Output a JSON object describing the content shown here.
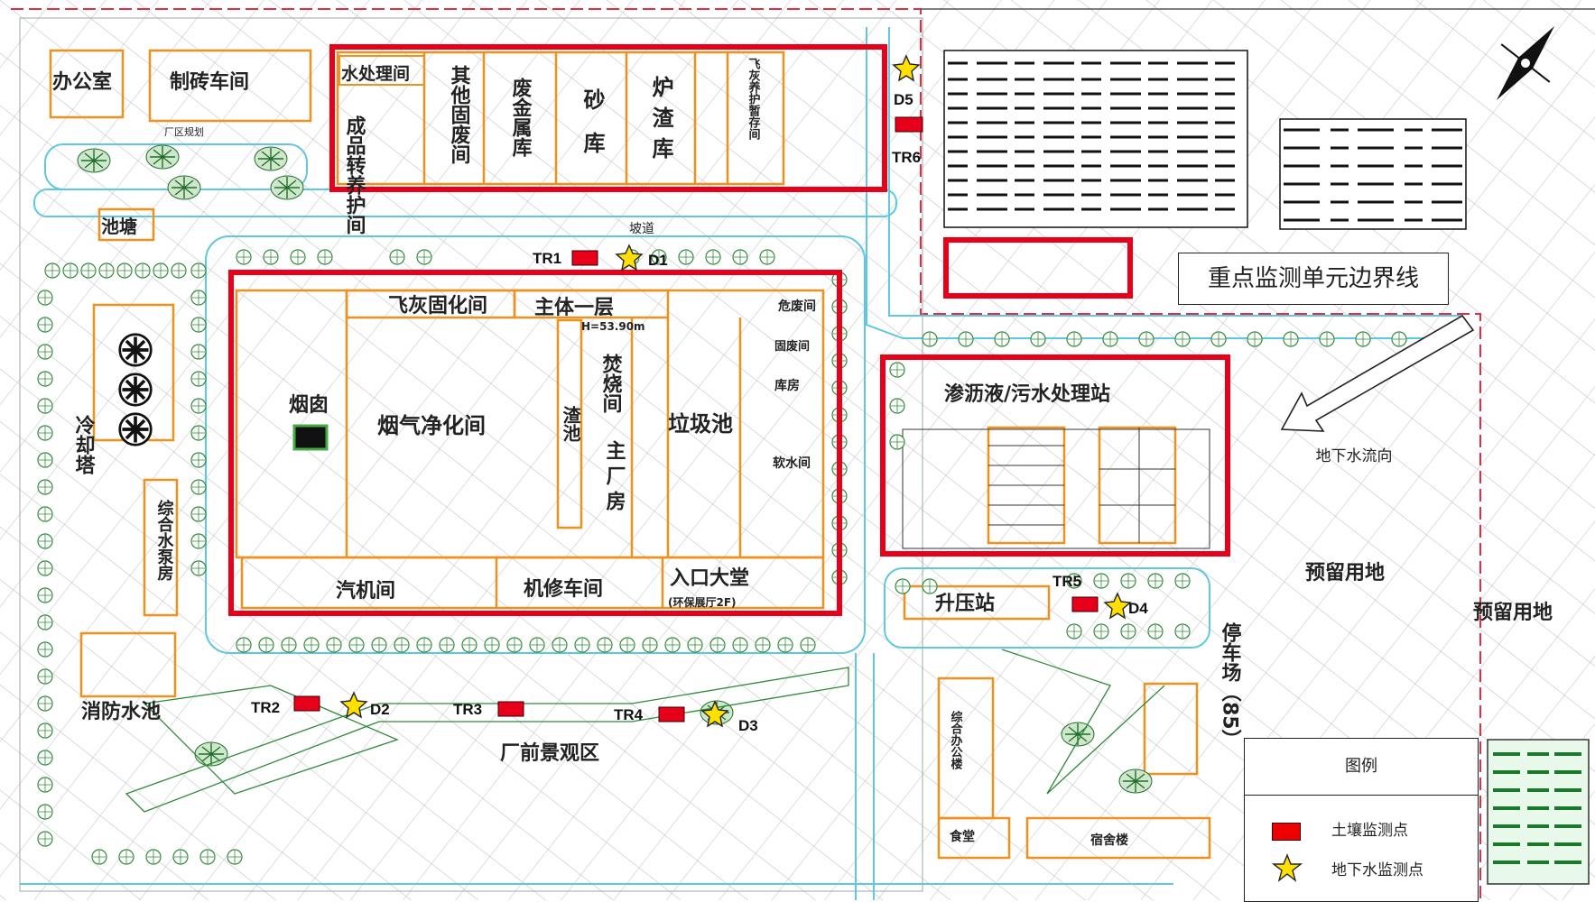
{
  "buildings": {
    "office": "办公室",
    "brick_workshop": "制砖车间",
    "water_treatment": "水处理间",
    "curing_room": "成品转养护间",
    "other_solid_waste": "其他固废间",
    "scrap_metal": "废金属库",
    "sand_store": "砂库",
    "slag_store": "炉渣库",
    "fly_ash_store": "飞灰养护暂存间",
    "pond": "池塘",
    "ramp": "坡道",
    "chimney": "烟囱",
    "flue_gas": "烟气净化间",
    "fly_ash_solidify": "飞灰固化间",
    "main_floor": "主体一层",
    "main_height": "H=53.90m",
    "incinerator": "焚烧间",
    "slag_pool": "渣池",
    "main_plant": "主厂房",
    "garbage_pit": "垃圾池",
    "hazard_room": "危废间",
    "solid_room": "固废间",
    "storeroom": "库房",
    "soft_water": "软水间",
    "turbine": "汽机间",
    "repair": "机修车间",
    "entrance_hall": "入口大堂",
    "entrance_hall_sub": "(环保展厅2F)",
    "cooling_tower": "冷却塔",
    "pump_room": "综合水泵房",
    "fire_pool": "消防水池",
    "landscape": "厂前景观区",
    "leachate": "渗沥液/污水处理站",
    "booster": "升压站",
    "parking": "停车场（85）",
    "reserve1": "预留用地",
    "reserve2": "预留用地",
    "office2": "综合办公楼",
    "canteen": "食堂",
    "dorm": "宿舍楼",
    "factory_boundary": "厂区规划"
  },
  "points": {
    "TR1": "TR1",
    "TR2": "TR2",
    "TR3": "TR3",
    "TR4": "TR4",
    "TR5": "TR5",
    "TR6": "TR6",
    "D1": "D1",
    "D2": "D2",
    "D3": "D3",
    "D4": "D4",
    "D5": "D5"
  },
  "annotations": {
    "boundary_label": "重点监测单元边界线",
    "groundwater_flow": "地下水流向"
  },
  "legend": {
    "title": "图例",
    "soil": "土壤监测点",
    "groundwater": "地下水监测点"
  },
  "colors": {
    "monitor_red": "#e8001a",
    "star_yellow": "#ffe000",
    "building_orange": "#f0901e",
    "road_cyan": "#5ec8e0",
    "tree_green": "#2f8a3a",
    "boundary_red": "#d8324a"
  }
}
